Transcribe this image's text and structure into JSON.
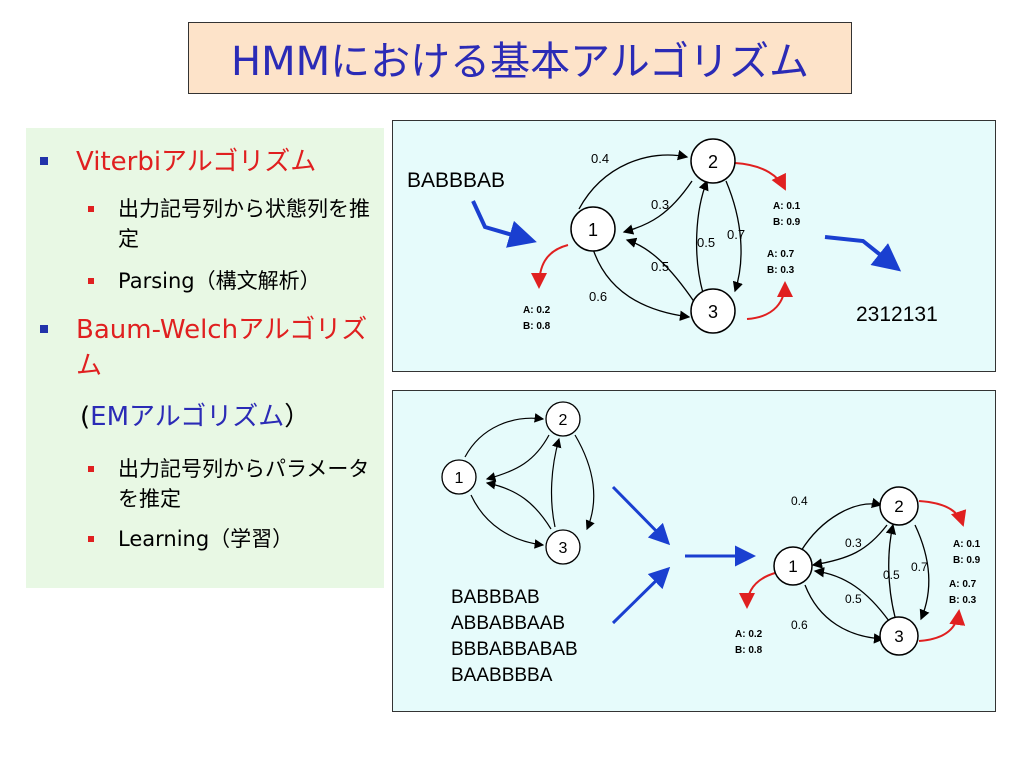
{
  "title": "HMMにおける基本アルゴリズム",
  "left": {
    "viterbi": "Viterbiアルゴリズム",
    "viterbi_sub1": "出力記号列から状態列を推定",
    "viterbi_sub2": "Parsing（構文解析）",
    "baum": "Baum-Welchアルゴリズム",
    "em_open": "(",
    "em_label": "EMアルゴリズム",
    "em_close": "）",
    "baum_sub1": "出力記号列からパラメータを推定",
    "baum_sub2": "Learning（学習）"
  },
  "top_panel": {
    "input_sequence": "BABBBAB",
    "output_sequence": "2312131",
    "states": [
      "1",
      "2",
      "3"
    ],
    "transitions": {
      "t_1_2": "0.4",
      "t_2_1": "0.3",
      "t_3_1": "0.5",
      "t_1_3": "0.6",
      "t_3_2": "0.5",
      "t_2_3": "0.7"
    },
    "emissions": {
      "s1": [
        "A: 0.2",
        "B: 0.8"
      ],
      "s2": [
        "A: 0.1",
        "B: 0.9"
      ],
      "s3": [
        "A: 0.7",
        "B: 0.3"
      ]
    }
  },
  "bottom_panel": {
    "states": [
      "1",
      "2",
      "3"
    ],
    "training_sequences": [
      "BABBBAB",
      "ABBABBAAB",
      "BBBABBABAB",
      "BAABBBBA"
    ],
    "transitions": {
      "t_1_2": "0.4",
      "t_2_1": "0.3",
      "t_3_1": "0.5",
      "t_1_3": "0.6",
      "t_3_2": "0.5",
      "t_2_3": "0.7"
    },
    "emissions": {
      "s1": [
        "A: 0.2",
        "B: 0.8"
      ],
      "s2": [
        "A: 0.1",
        "B: 0.9"
      ],
      "s3": [
        "A: 0.7",
        "B: 0.3"
      ]
    }
  }
}
